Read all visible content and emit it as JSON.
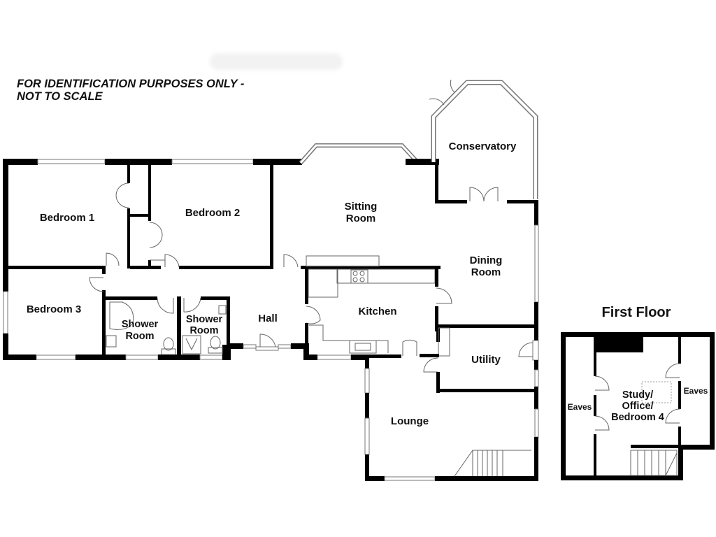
{
  "disclaimer": {
    "line1": "FOR IDENTIFICATION PURPOSES ONLY -",
    "line2": "NOT TO SCALE"
  },
  "ground_floor": {
    "rooms": {
      "bedroom1": "Bedroom 1",
      "bedroom2": "Bedroom 2",
      "bedroom3": "Bedroom 3",
      "shower1_line1": "Shower",
      "shower1_line2": "Room",
      "shower2_line1": "Shower",
      "shower2_line2": "Room",
      "hall": "Hall",
      "sitting_line1": "Sitting",
      "sitting_line2": "Room",
      "conservatory": "Conservatory",
      "dining_line1": "Dining",
      "dining_line2": "Room",
      "kitchen": "Kitchen",
      "utility": "Utility",
      "lounge": "Lounge"
    }
  },
  "first_floor": {
    "title": "First Floor",
    "rooms": {
      "eaves_left": "Eaves",
      "eaves_right": "Eaves",
      "study_line1": "Study/",
      "study_line2": "Office/",
      "study_line3": "Bedroom 4"
    }
  }
}
